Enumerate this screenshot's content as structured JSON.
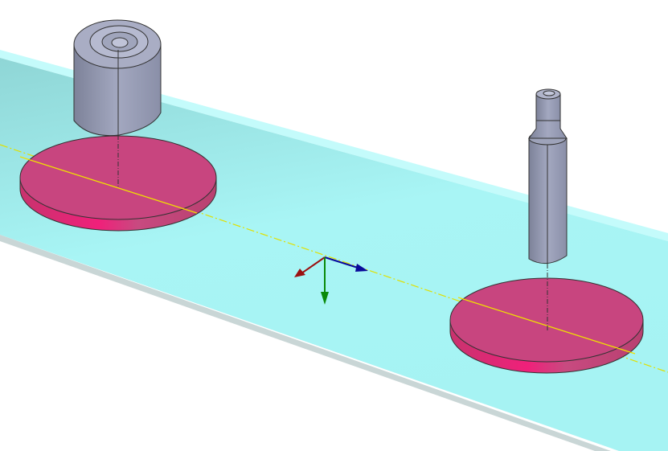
{
  "viewport": {
    "background": "#ffffff",
    "colors": {
      "plate": "#a6f3f3",
      "plate_edge": "#c9d6d6",
      "disc": "#c8457f",
      "disc_side": "#d93a78",
      "tool": "#9a9fb8",
      "axis_line": "#e0e000",
      "triad_x": "#9b1010",
      "triad_y": "#0a8a0a",
      "triad_z": "#0a0a9a"
    },
    "objects": [
      "plate",
      "disc-left",
      "disc-right",
      "punch-large",
      "punch-small",
      "coordinate-triad"
    ]
  }
}
